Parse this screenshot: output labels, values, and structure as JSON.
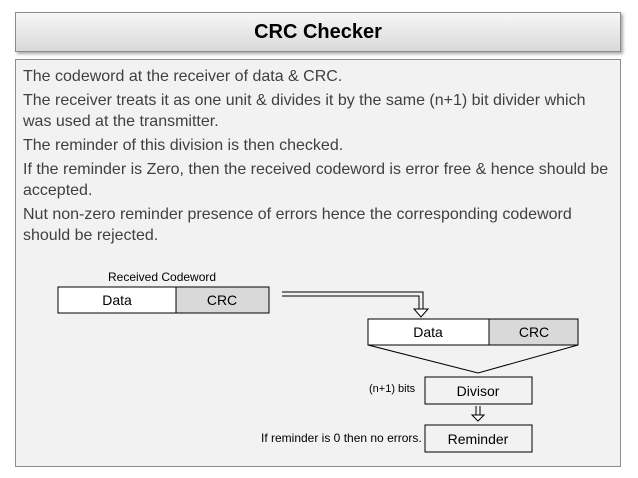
{
  "title": "CRC Checker",
  "bullets": [
    "The codeword at the receiver of data & CRC.",
    "The receiver treats it as one unit & divides it by the same (n+1) bit divider which was used at the transmitter.",
    "The reminder of this division is then checked.",
    "If the reminder is Zero, then the received codeword is error free & hence should be accepted.",
    "Nut non-zero reminder presence of errors hence the corresponding codeword should be rejected."
  ],
  "diagram": {
    "received_label": "Received Codeword",
    "received": {
      "data": "Data",
      "crc": "CRC"
    },
    "dividend": {
      "data": "Data",
      "crc": "CRC"
    },
    "bits_label": "(n+1) bits",
    "divisor": "Divisor",
    "remainder_note": "If reminder is 0 then no errors.",
    "remainder": "Reminder"
  },
  "colors": {
    "crc_fill": "#d9d9d9",
    "data_fill": "#ffffff",
    "panel": "#f2f2f2",
    "arrow": "#000000"
  }
}
